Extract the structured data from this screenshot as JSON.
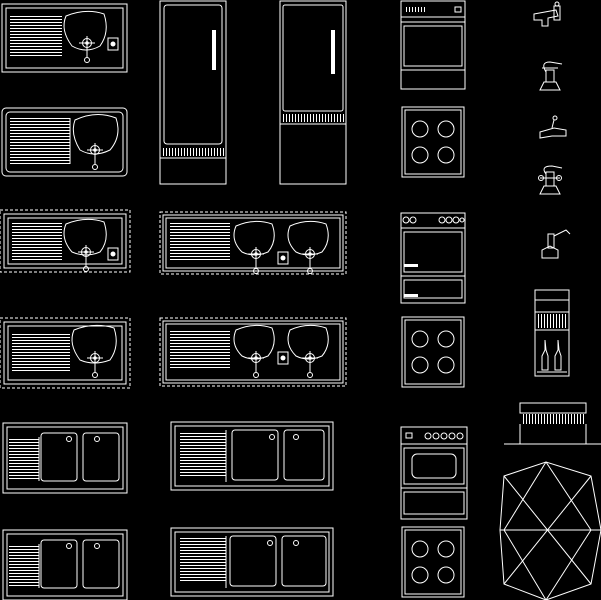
{
  "background_color": "#000000",
  "line_color": "#ffffff",
  "blocks": [
    {
      "name": "sink-single-bowl-drainer-left",
      "icon": "sink-icon"
    },
    {
      "name": "sink-single-bowl-drainer-left-rounded",
      "icon": "sink-icon"
    },
    {
      "name": "sink-single-bowl-with-tap-dashed",
      "icon": "sink-icon"
    },
    {
      "name": "sink-single-bowl-dashed-2",
      "icon": "sink-icon"
    },
    {
      "name": "sink-rectangular-double-bowl",
      "icon": "sink-icon"
    },
    {
      "name": "sink-rectangular-double-bowl-2",
      "icon": "sink-icon"
    },
    {
      "name": "refrigerator-tall-1",
      "icon": "refrigerator-icon"
    },
    {
      "name": "refrigerator-tall-2",
      "icon": "refrigerator-icon"
    },
    {
      "name": "sink-double-bowl-dashed",
      "icon": "sink-icon"
    },
    {
      "name": "sink-double-bowl-dashed-2",
      "icon": "sink-icon"
    },
    {
      "name": "sink-rectangular-double-bowl-3",
      "icon": "sink-icon"
    },
    {
      "name": "sink-rectangular-double-bowl-4",
      "icon": "sink-icon"
    },
    {
      "name": "dishwasher-front",
      "icon": "dishwasher-icon"
    },
    {
      "name": "cooktop-four-burners-1",
      "icon": "cooktop-icon"
    },
    {
      "name": "oven-front-1",
      "icon": "oven-icon"
    },
    {
      "name": "cooktop-four-burners-2",
      "icon": "cooktop-icon"
    },
    {
      "name": "oven-front-2",
      "icon": "oven-icon"
    },
    {
      "name": "cooktop-four-burners-3",
      "icon": "cooktop-icon"
    },
    {
      "name": "faucet-1",
      "icon": "faucet-icon"
    },
    {
      "name": "faucet-2",
      "icon": "faucet-icon"
    },
    {
      "name": "faucet-3",
      "icon": "faucet-icon"
    },
    {
      "name": "faucet-4",
      "icon": "faucet-icon"
    },
    {
      "name": "faucet-5",
      "icon": "faucet-icon"
    },
    {
      "name": "cabinet-bottle-rack",
      "icon": "cabinet-icon"
    },
    {
      "name": "range-hood-elevation",
      "icon": "range-hood-icon"
    },
    {
      "name": "range-hood-plan",
      "icon": "range-hood-icon"
    }
  ]
}
